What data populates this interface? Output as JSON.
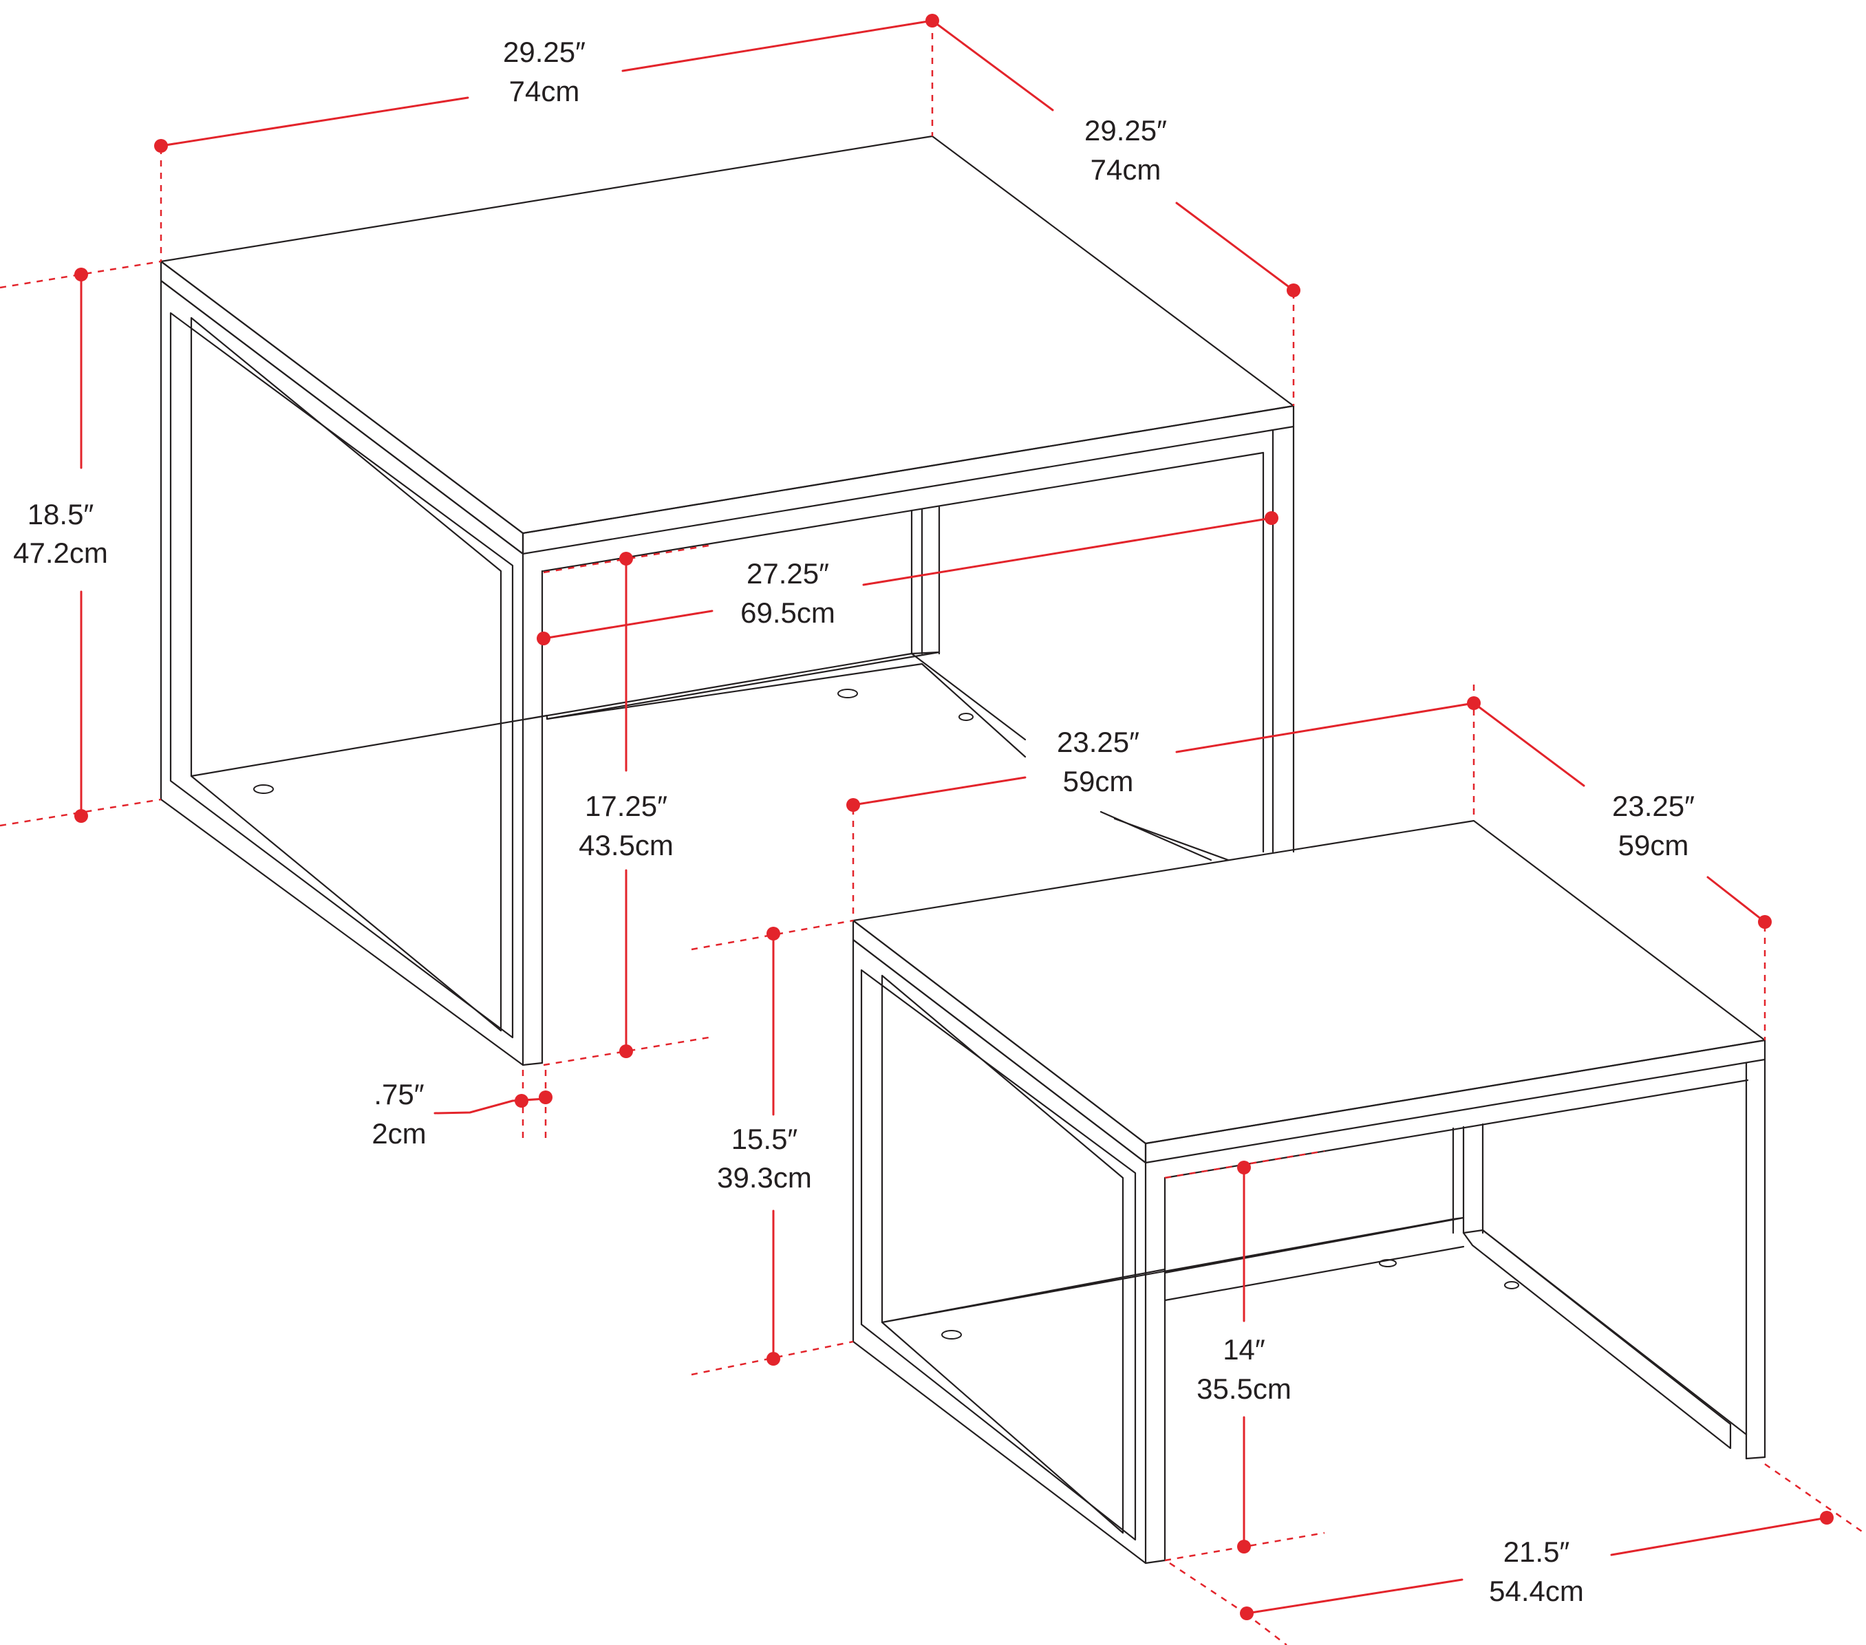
{
  "colors": {
    "line": "#231f20",
    "dimension": "#e3242b",
    "background": "#ffffff"
  },
  "large_table": {
    "width": {
      "imperial": "29.25″",
      "metric": "74cm"
    },
    "depth": {
      "imperial": "29.25″",
      "metric": "74cm"
    },
    "height": {
      "imperial": "18.5″",
      "metric": "47.2cm"
    },
    "inner_width": {
      "imperial": "27.25″",
      "metric": "69.5cm"
    },
    "clearance": {
      "imperial": "17.25″",
      "metric": "43.5cm"
    },
    "leg": {
      "imperial": ".75″",
      "metric": "2cm"
    }
  },
  "small_table": {
    "width": {
      "imperial": "23.25″",
      "metric": "59cm"
    },
    "depth": {
      "imperial": "23.25″",
      "metric": "59cm"
    },
    "height": {
      "imperial": "15.5″",
      "metric": "39.3cm"
    },
    "clearance": {
      "imperial": "14″",
      "metric": "35.5cm"
    },
    "leg_span": {
      "imperial": "21.5″",
      "metric": "54.4cm"
    }
  }
}
